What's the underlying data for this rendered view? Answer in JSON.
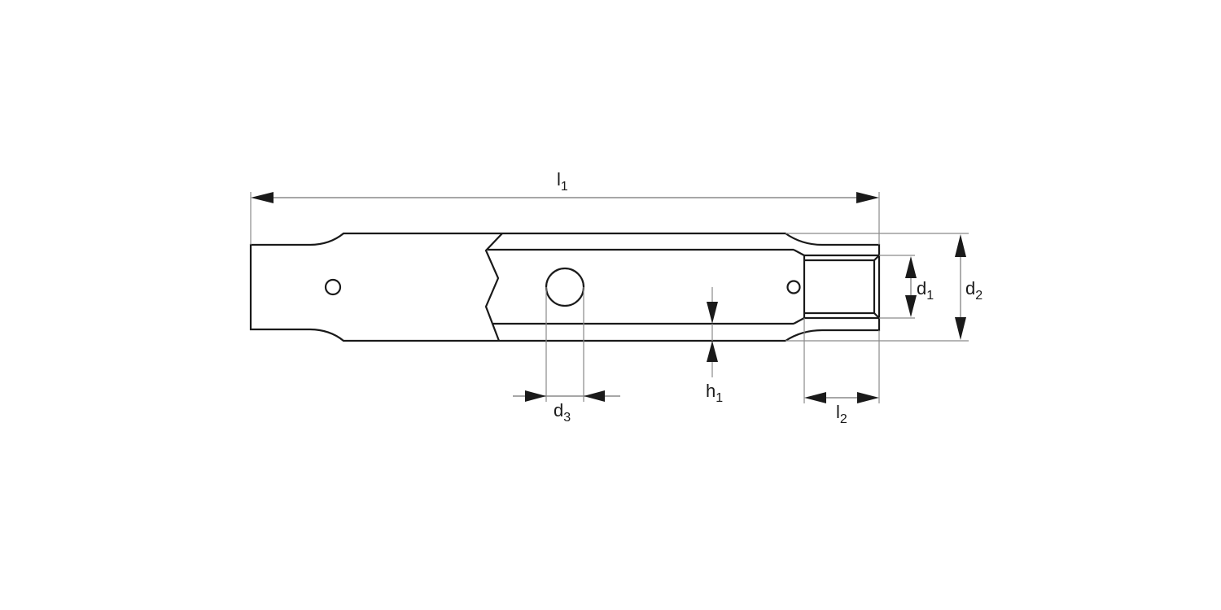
{
  "drawing": {
    "type": "technical-drawing",
    "subject": "extension / adapter bar with square socket",
    "line_color": "#1a1a1a",
    "dimension_line_color": "#8a8a8a",
    "background": "#ffffff"
  },
  "dimensions": {
    "l1": {
      "symbol": "l",
      "subscript": "1"
    },
    "l2": {
      "symbol": "l",
      "subscript": "2"
    },
    "d1": {
      "symbol": "d",
      "subscript": "1"
    },
    "d2": {
      "symbol": "d",
      "subscript": "2"
    },
    "d3": {
      "symbol": "d",
      "subscript": "3"
    },
    "h1": {
      "symbol": "h",
      "subscript": "1"
    }
  }
}
